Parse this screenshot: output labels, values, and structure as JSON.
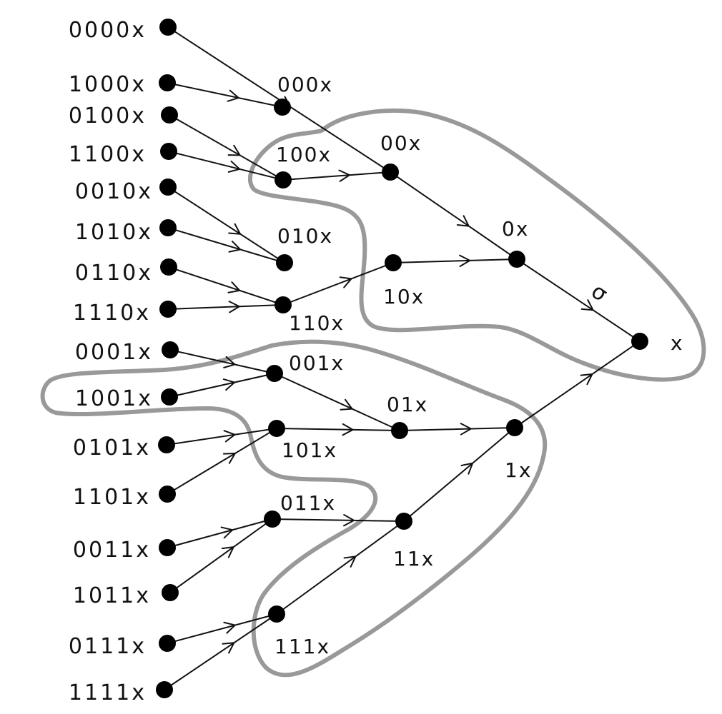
{
  "colors": {
    "ink": "#111111",
    "region": "#999999"
  },
  "nodes": [
    {
      "id": "n0000",
      "label": "0000x"
    },
    {
      "id": "n1000",
      "label": "1000x"
    },
    {
      "id": "n0100",
      "label": "0100x"
    },
    {
      "id": "n1100",
      "label": "1100x"
    },
    {
      "id": "n0010",
      "label": "0010x"
    },
    {
      "id": "n1010",
      "label": "1010x"
    },
    {
      "id": "n0110",
      "label": "0110x"
    },
    {
      "id": "n1110",
      "label": "1110x"
    },
    {
      "id": "n0001",
      "label": "0001x"
    },
    {
      "id": "n1001",
      "label": "1001x"
    },
    {
      "id": "n0101",
      "label": "0101x"
    },
    {
      "id": "n1101",
      "label": "1101x"
    },
    {
      "id": "n0011",
      "label": "0011x"
    },
    {
      "id": "n1011",
      "label": "1011x"
    },
    {
      "id": "n0111",
      "label": "0111x"
    },
    {
      "id": "n1111",
      "label": "1111x"
    },
    {
      "id": "n000",
      "label": "000x"
    },
    {
      "id": "n100",
      "label": "100x"
    },
    {
      "id": "n010",
      "label": "010x"
    },
    {
      "id": "n110",
      "label": "110x"
    },
    {
      "id": "n001",
      "label": "001x"
    },
    {
      "id": "n101",
      "label": "101x"
    },
    {
      "id": "n011",
      "label": "011x"
    },
    {
      "id": "n111",
      "label": "111x"
    },
    {
      "id": "n00",
      "label": "00x"
    },
    {
      "id": "n10",
      "label": "10x"
    },
    {
      "id": "n01",
      "label": "01x"
    },
    {
      "id": "n11",
      "label": "11x"
    },
    {
      "id": "n0",
      "label": "0x"
    },
    {
      "id": "n1",
      "label": "1x"
    },
    {
      "id": "nx",
      "label": "x"
    }
  ],
  "edges": [
    {
      "from": "n0000",
      "to": "n00"
    },
    {
      "from": "n1000",
      "to": "n000"
    },
    {
      "from": "n0100",
      "to": "n100"
    },
    {
      "from": "n1100",
      "to": "n100"
    },
    {
      "from": "n0010",
      "to": "n010"
    },
    {
      "from": "n1010",
      "to": "n010"
    },
    {
      "from": "n0110",
      "to": "n110"
    },
    {
      "from": "n1110",
      "to": "n110"
    },
    {
      "from": "n0001",
      "to": "n001"
    },
    {
      "from": "n1001",
      "to": "n001"
    },
    {
      "from": "n0101",
      "to": "n101"
    },
    {
      "from": "n1101",
      "to": "n101"
    },
    {
      "from": "n0011",
      "to": "n011"
    },
    {
      "from": "n1011",
      "to": "n011"
    },
    {
      "from": "n0111",
      "to": "n111"
    },
    {
      "from": "n1111",
      "to": "n111"
    },
    {
      "from": "n100",
      "to": "n00"
    },
    {
      "from": "n110",
      "to": "n10"
    },
    {
      "from": "n001",
      "to": "n01"
    },
    {
      "from": "n101",
      "to": "n01"
    },
    {
      "from": "n011",
      "to": "n11"
    },
    {
      "from": "n111",
      "to": "n11"
    },
    {
      "from": "n00",
      "to": "n0"
    },
    {
      "from": "n10",
      "to": "n0"
    },
    {
      "from": "n01",
      "to": "n1"
    },
    {
      "from": "n11",
      "to": "n1"
    },
    {
      "from": "n0",
      "to": "nx",
      "label": "σ"
    },
    {
      "from": "n1",
      "to": "nx"
    }
  ]
}
